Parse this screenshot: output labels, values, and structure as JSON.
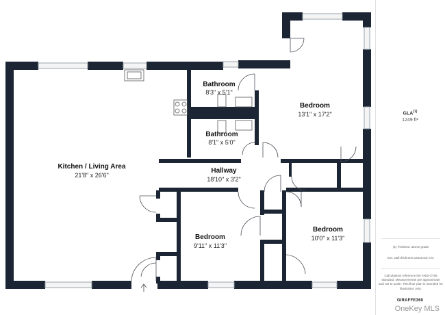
{
  "rooms": [
    {
      "name": "Kitchen / Living Area",
      "dims": "21'8\" x 26'6\""
    },
    {
      "name": "Bathroom",
      "dims": "8'3\" x 5'1\""
    },
    {
      "name": "Bathroom",
      "dims": "8'1\" x 5'0\""
    },
    {
      "name": "Bedroom",
      "dims": "13'1\" x 17'2\""
    },
    {
      "name": "Hallway",
      "dims": "18'10\" x 3'2\""
    },
    {
      "name": "Bedroom",
      "dims": "9'11\" x 11'3\""
    },
    {
      "name": "Bedroom",
      "dims": "10'0\" x 11'3\""
    }
  ],
  "sidebar": {
    "gla_label": "GLA",
    "gla_sup": "(1)",
    "gla_value": "1249 ft²",
    "note1": "(1) Finished, above grade",
    "note2": "Ext. wall thickness assumed: 6 in",
    "disclaimer": "Calculations reference the ANSI-Z765 standard. Measurements are approximate and not to scale. This floor plan is intended for illustration only.",
    "brand": "GIRAFFE360"
  },
  "watermark": "OneKey MLS"
}
